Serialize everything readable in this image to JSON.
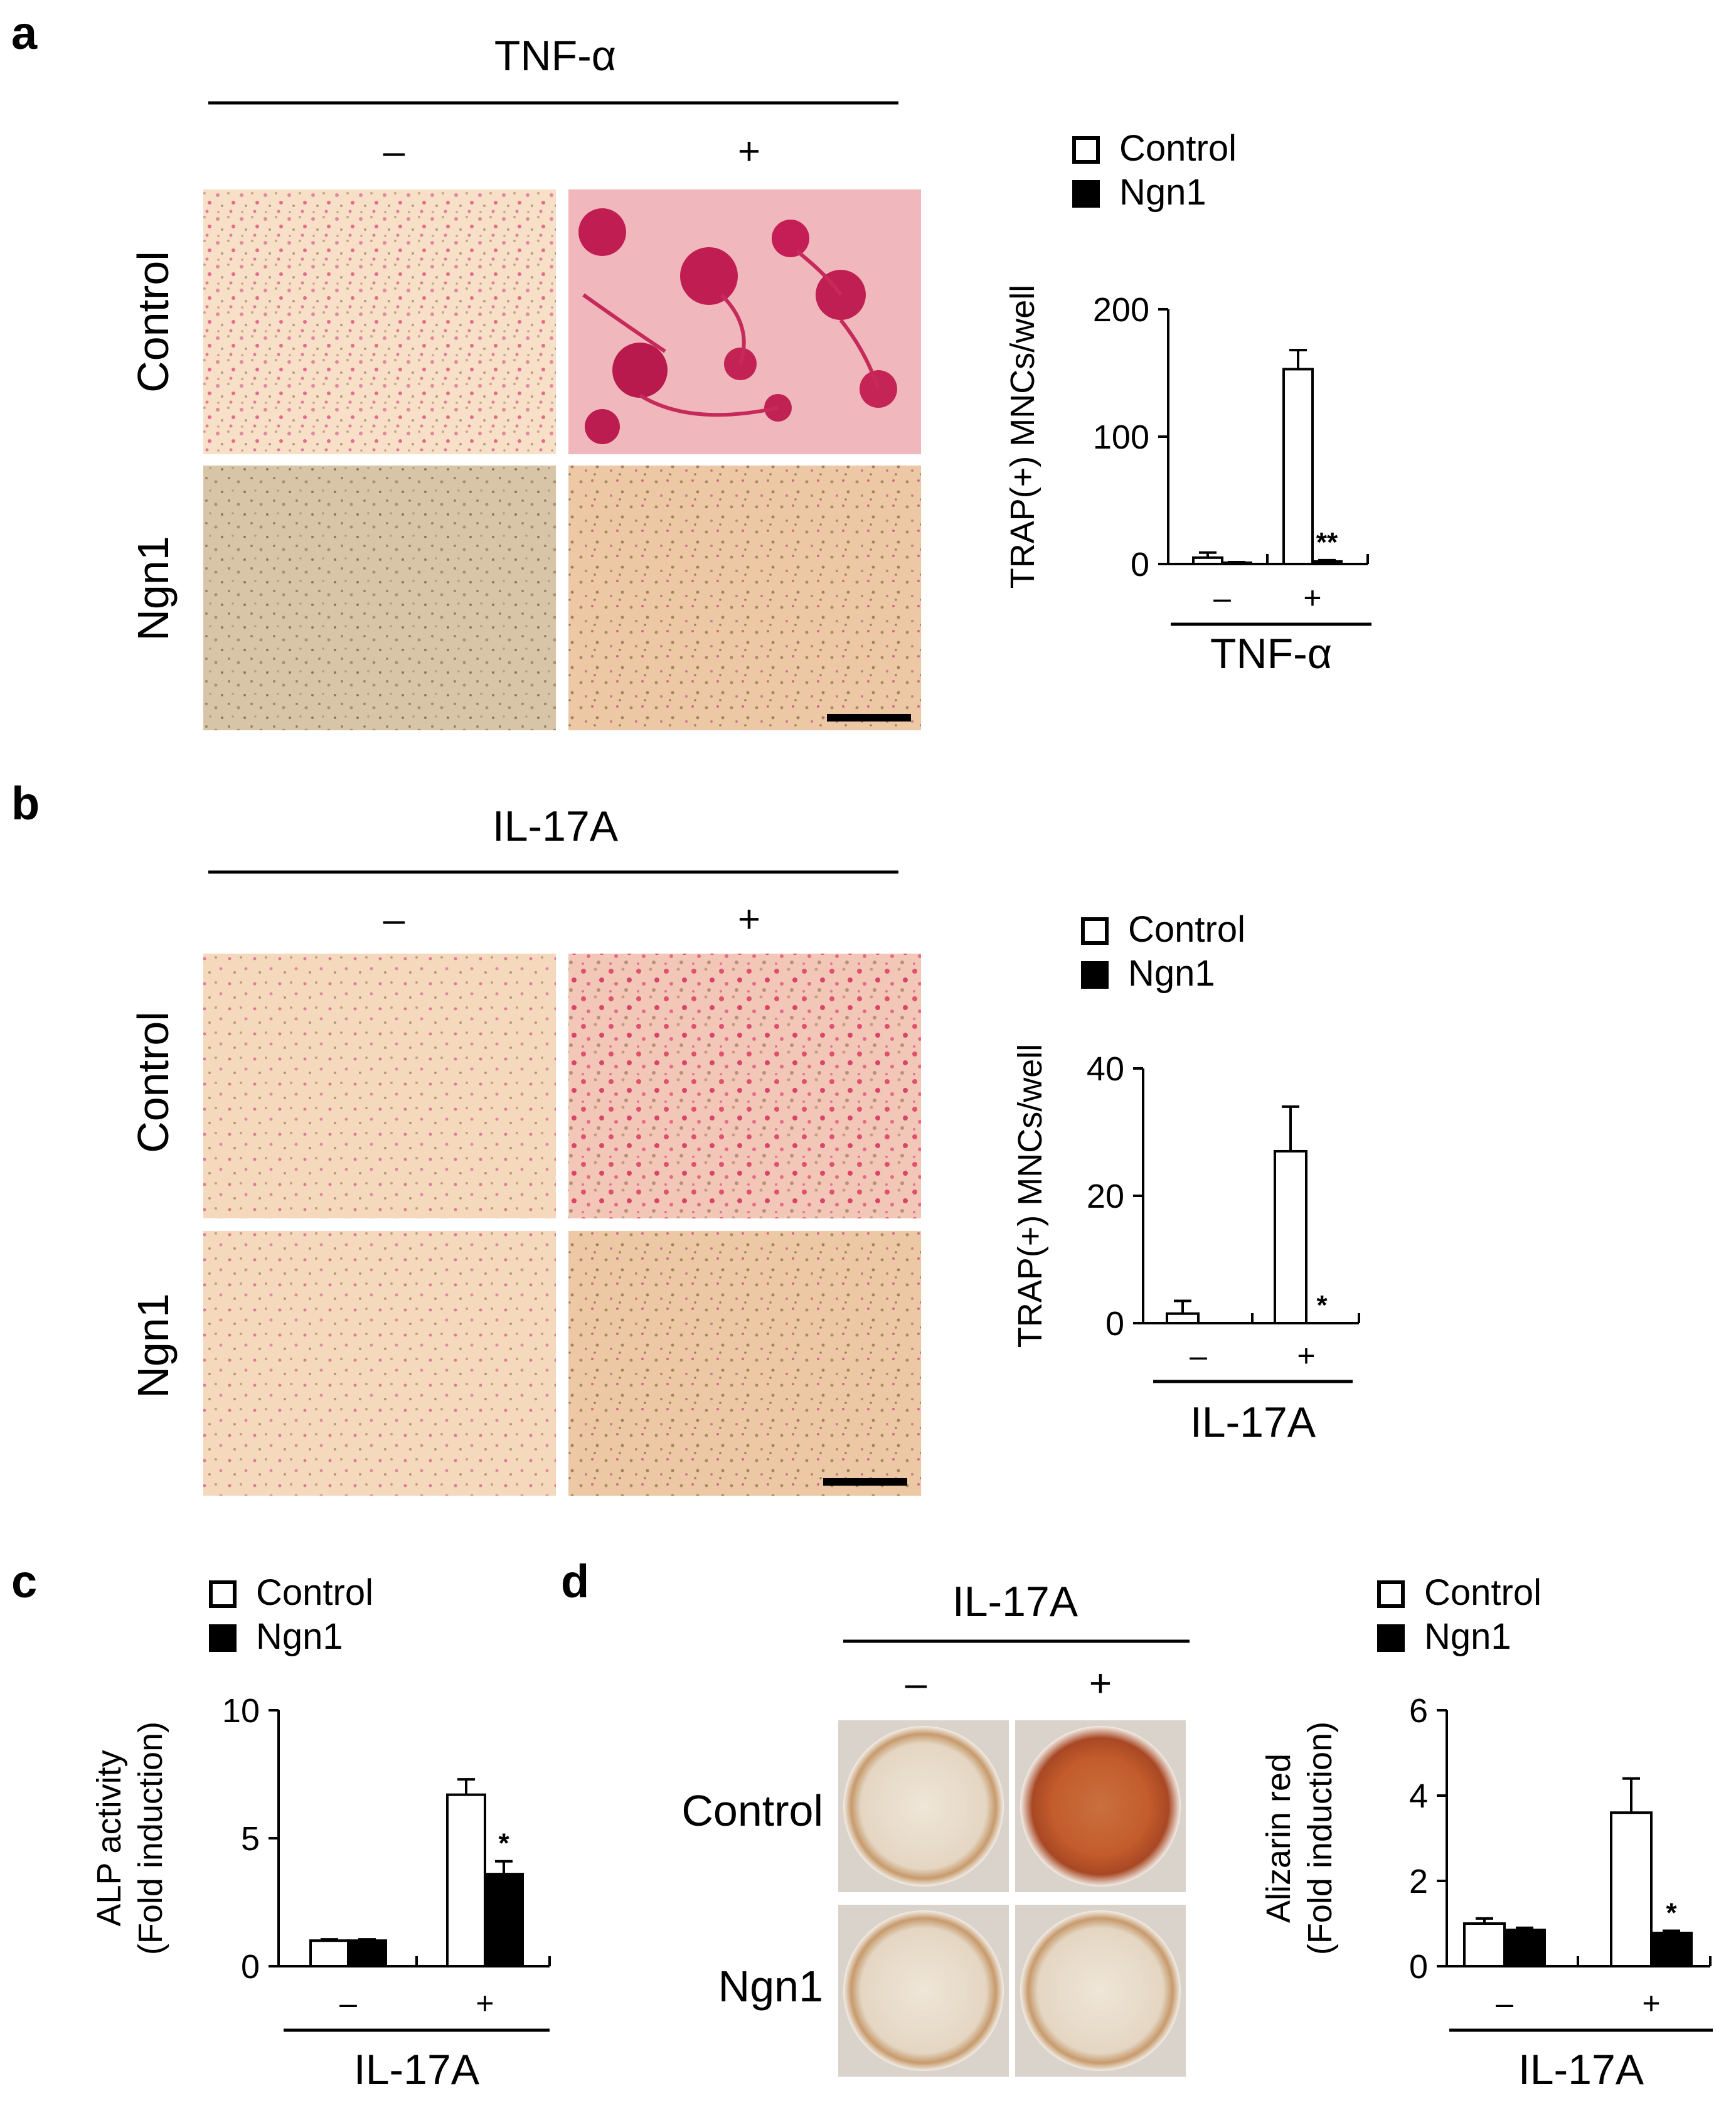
{
  "panels": {
    "a": {
      "letter": "a",
      "treatment": "TNF-α",
      "minus": "–",
      "plus": "+",
      "rows": [
        "Control",
        "Ngn1"
      ],
      "colors": {
        "stain": "#d63a68",
        "bg_control": "#f6e2cc",
        "bg_ngn1": "#d4c2a8"
      }
    },
    "b": {
      "letter": "b",
      "treatment": "IL-17A",
      "minus": "–",
      "plus": "+",
      "rows": [
        "Control",
        "Ngn1"
      ]
    },
    "c": {
      "letter": "c"
    },
    "d": {
      "letter": "d",
      "treatment": "IL-17A",
      "minus": "–",
      "plus": "+",
      "rows": [
        "Control",
        "Ngn1"
      ]
    }
  },
  "chart_data": [
    {
      "id": "a",
      "type": "bar",
      "ylabel": "TRAP(+) MNCs/well",
      "xlabel": "TNF-α",
      "categories": [
        "–",
        "+"
      ],
      "series": [
        {
          "name": "Control",
          "values": [
            5,
            153
          ],
          "errors": [
            4,
            15
          ],
          "color": "#ffffff"
        },
        {
          "name": "Ngn1",
          "values": [
            1,
            2
          ],
          "errors": [
            0.5,
            1
          ],
          "color": "#000000"
        }
      ],
      "ylim": [
        0,
        200
      ],
      "yticks": [
        0,
        100,
        200
      ],
      "significance": [
        "",
        "**"
      ],
      "legend": "top-left"
    },
    {
      "id": "b",
      "type": "bar",
      "ylabel": "TRAP(+) MNCs/well",
      "xlabel": "IL-17A",
      "categories": [
        "–",
        "+"
      ],
      "series": [
        {
          "name": "Control",
          "values": [
            1.5,
            27
          ],
          "errors": [
            2,
            7
          ],
          "color": "#ffffff"
        },
        {
          "name": "Ngn1",
          "values": [
            0,
            0
          ],
          "errors": [
            0,
            0
          ],
          "color": "#000000"
        }
      ],
      "ylim": [
        0,
        40
      ],
      "yticks": [
        0,
        20,
        40
      ],
      "significance": [
        "",
        "*"
      ],
      "legend": "top-left"
    },
    {
      "id": "c",
      "type": "bar",
      "ylabel": [
        "ALP activity",
        "(Fold induction)"
      ],
      "xlabel": "IL-17A",
      "categories": [
        "–",
        "+"
      ],
      "series": [
        {
          "name": "Control",
          "values": [
            1.0,
            6.7
          ],
          "errors": [
            0.05,
            0.6
          ],
          "color": "#ffffff"
        },
        {
          "name": "Ngn1",
          "values": [
            1.0,
            3.6
          ],
          "errors": [
            0.05,
            0.5
          ],
          "color": "#000000"
        }
      ],
      "ylim": [
        0,
        10
      ],
      "yticks": [
        0,
        5,
        10
      ],
      "significance": [
        "",
        "*"
      ],
      "legend": "top-left"
    },
    {
      "id": "d",
      "type": "bar",
      "ylabel": [
        "Alizarin red",
        "(Fold induction)"
      ],
      "xlabel": "IL-17A",
      "categories": [
        "–",
        "+"
      ],
      "series": [
        {
          "name": "Control",
          "values": [
            1.0,
            3.6
          ],
          "errors": [
            0.12,
            0.8
          ],
          "color": "#ffffff"
        },
        {
          "name": "Ngn1",
          "values": [
            0.85,
            0.78
          ],
          "errors": [
            0.05,
            0.05
          ],
          "color": "#000000"
        }
      ],
      "ylim": [
        0,
        6
      ],
      "yticks": [
        0,
        2,
        4,
        6
      ],
      "significance": [
        "",
        "*"
      ],
      "legend": "top-left"
    }
  ]
}
